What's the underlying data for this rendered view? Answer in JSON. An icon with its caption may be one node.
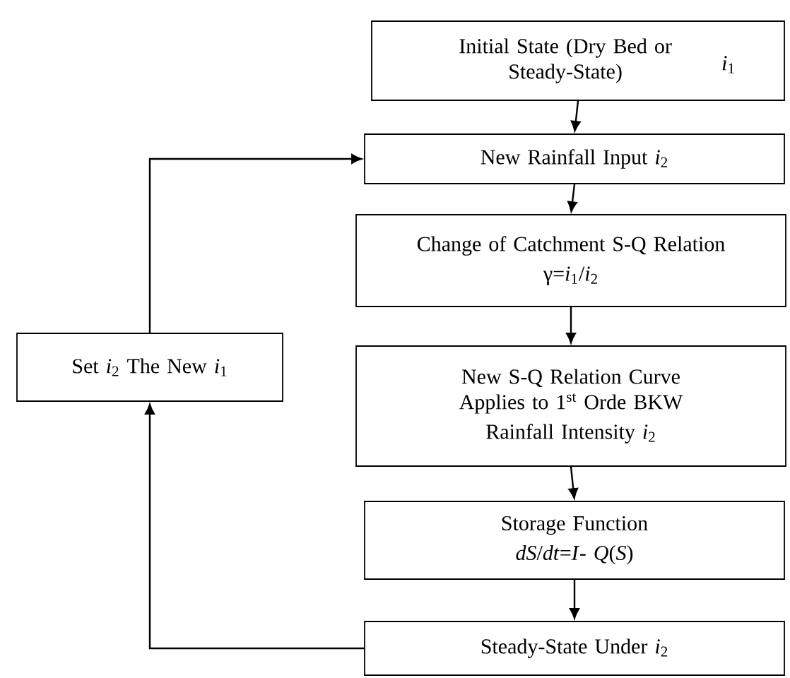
{
  "diagram": {
    "nodes": [
      {
        "text": [
          "Initial State (Dry Bed or Steady-State)",
          "*i*$_{1}$"
        ]
      },
      {
        "text": [
          "New Rainfall Input *i*$_{2}$"
        ]
      },
      {
        "text": [
          "Change of Catchment S-Q Relation",
          "γ=*i*$_{1}$/*i*$_{2}$"
        ]
      },
      {
        "text": [
          "New S-Q Relation Curve Applies to 1$^{st}$ Orde BKW",
          "Rainfall Intensity  *i*$_{2}$"
        ]
      },
      {
        "text": [
          "Storage Function",
          "*dS*/*dt*=*I*- *Q*(*S*)"
        ]
      },
      {
        "text": [
          "Steady-State Under  *i*$_{2}$"
        ]
      },
      {
        "text": [
          "Set *i*$_{2}$ The New *i*$_{1}$"
        ]
      }
    ],
    "edges": [
      {
        "from": 0,
        "to": 1,
        "arrow": "to"
      },
      {
        "from": 1,
        "to": 2,
        "arrow": "to"
      },
      {
        "from": 2,
        "to": 3,
        "arrow": "to"
      },
      {
        "from": 3,
        "to": 4,
        "arrow": "to"
      },
      {
        "from": 4,
        "to": 5,
        "arrow": "to"
      },
      {
        "from": 5,
        "to": 6,
        "arrow": "to"
      },
      {
        "from": 6,
        "to": 1,
        "arrow": "to"
      }
    ]
  }
}
